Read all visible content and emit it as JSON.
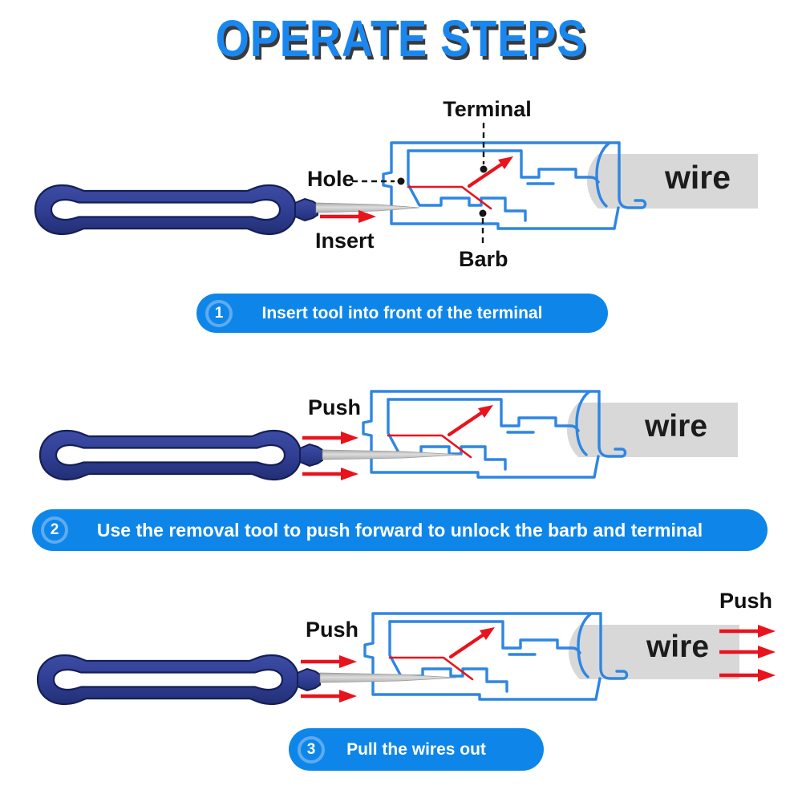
{
  "title": "OPERATE STEPS",
  "colors": {
    "title_blue": "#1a87f0",
    "banner_blue": "#0e86e9",
    "banner_ring": "#5fabee",
    "terminal_line_blue": "#2e86e2",
    "arrow_red": "#e8131d",
    "tool_navy": "#2f3d92",
    "wire_gray": "#d8d8d8"
  },
  "icons": {
    "push_arrow": "red-right-arrow",
    "barb_arrow": "red-diagonal-arrow",
    "pointer_line": "black-dashed-leader-with-dot"
  },
  "diagram1": {
    "terminal_label": "Terminal",
    "hole_label": "Hole",
    "insert_label": "Insert",
    "barb_label": "Barb",
    "wire_label": "wire"
  },
  "diagram2": {
    "push_label": "Push",
    "wire_label": "wire"
  },
  "diagram3": {
    "push_left_label": "Push",
    "push_right_label": "Push",
    "wire_label": "wire"
  },
  "steps": [
    {
      "number": "1",
      "text": "Insert tool into front of the terminal"
    },
    {
      "number": "2",
      "text": "Use the removal tool to push forward to unlock the barb and terminal"
    },
    {
      "number": "3",
      "text": "Pull the wires out"
    }
  ]
}
